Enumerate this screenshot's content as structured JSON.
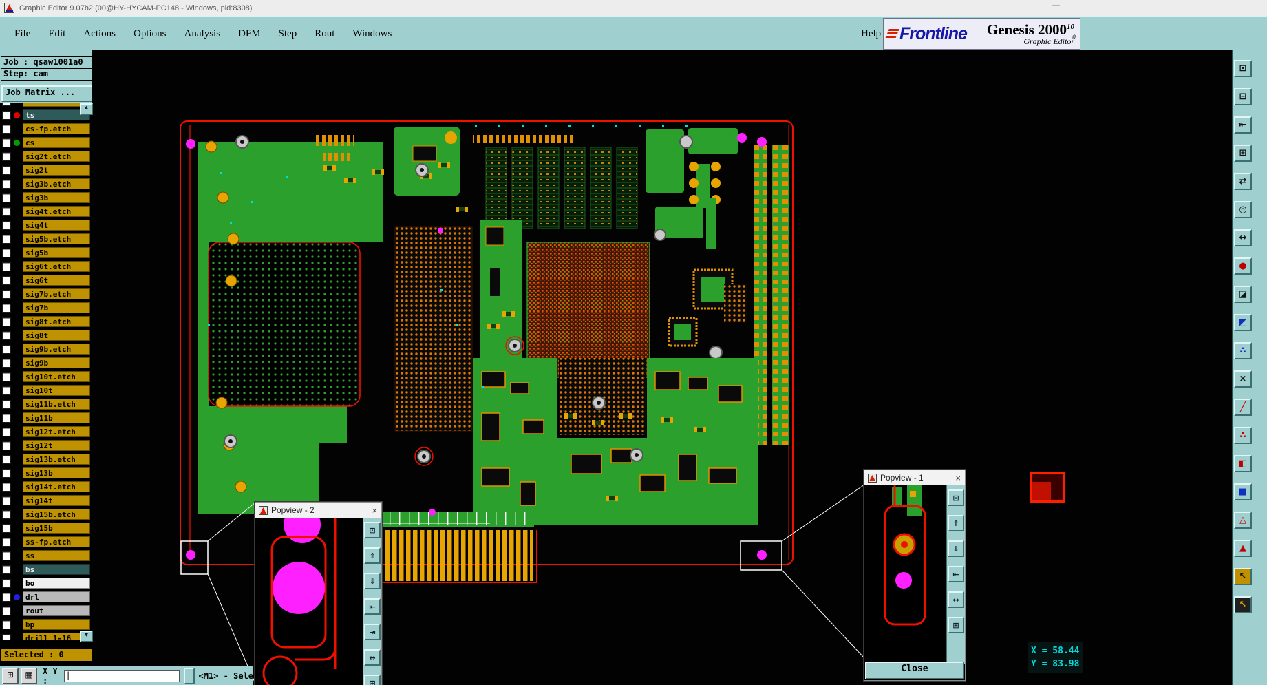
{
  "titlebar": {
    "title": "Graphic Editor 9.07b2 (00@HY-HYCAM-PC148 - Windows, pid:8308)",
    "minimize_glyph": "—"
  },
  "menubar": {
    "items": [
      "File",
      "Edit",
      "Actions",
      "Options",
      "Analysis",
      "DFM",
      "Step",
      "Rout",
      "Windows"
    ],
    "help_label": "Help"
  },
  "brand": {
    "logo_icon": "frontline-stripes-logo",
    "name": "Frontline",
    "product": "Genesis 2000",
    "version_top": "10",
    "version_bottom": "0.",
    "subtitle": "Graphic Editor"
  },
  "sidebar": {
    "job_label": "Job : qsaw1001a0",
    "step_label": "Step: cam",
    "job_matrix_label": "Job Matrix ...",
    "selected_label": "Selected : 0",
    "scroll_up_glyph": "▲",
    "scroll_down_glyph": "▼",
    "layers": [
      {
        "label": "",
        "type": "amber"
      },
      {
        "label": "ts",
        "type": "selected",
        "dot": "#E80000"
      },
      {
        "label": "cs-fp.etch",
        "type": "amber"
      },
      {
        "label": "cs",
        "type": "amber",
        "dot": "#00A000"
      },
      {
        "label": "sig2t.etch",
        "type": "amber"
      },
      {
        "label": "sig2t",
        "type": "amber"
      },
      {
        "label": "sig3b.etch",
        "type": "amber"
      },
      {
        "label": "sig3b",
        "type": "amber"
      },
      {
        "label": "sig4t.etch",
        "type": "amber"
      },
      {
        "label": "sig4t",
        "type": "amber"
      },
      {
        "label": "sig5b.etch",
        "type": "amber"
      },
      {
        "label": "sig5b",
        "type": "amber"
      },
      {
        "label": "sig6t.etch",
        "type": "amber"
      },
      {
        "label": "sig6t",
        "type": "amber"
      },
      {
        "label": "sig7b.etch",
        "type": "amber"
      },
      {
        "label": "sig7b",
        "type": "amber"
      },
      {
        "label": "sig8t.etch",
        "type": "amber"
      },
      {
        "label": "sig8t",
        "type": "amber"
      },
      {
        "label": "sig9b.etch",
        "type": "amber"
      },
      {
        "label": "sig9b",
        "type": "amber"
      },
      {
        "label": "sig10t.etch",
        "type": "amber"
      },
      {
        "label": "sig10t",
        "type": "amber"
      },
      {
        "label": "sig11b.etch",
        "type": "amber"
      },
      {
        "label": "sig11b",
        "type": "amber"
      },
      {
        "label": "sig12t.etch",
        "type": "amber"
      },
      {
        "label": "sig12t",
        "type": "amber"
      },
      {
        "label": "sig13b.etch",
        "type": "amber"
      },
      {
        "label": "sig13b",
        "type": "amber"
      },
      {
        "label": "sig14t.etch",
        "type": "amber"
      },
      {
        "label": "sig14t",
        "type": "amber"
      },
      {
        "label": "sig15b.etch",
        "type": "amber"
      },
      {
        "label": "sig15b",
        "type": "amber"
      },
      {
        "label": "ss-fp.etch",
        "type": "amber"
      },
      {
        "label": "ss",
        "type": "amber"
      },
      {
        "label": "bs",
        "type": "selected"
      },
      {
        "label": "bo",
        "type": "white"
      },
      {
        "label": "drl",
        "type": "gray",
        "dot": "#2020E0"
      },
      {
        "label": "rout",
        "type": "gray"
      },
      {
        "label": "bp",
        "type": "amber"
      },
      {
        "label": "drill 1-16",
        "type": "amber"
      }
    ]
  },
  "bottombar": {
    "grid_button_glyph": "⊞",
    "snap_button_glyph": "▦",
    "xy_label": "X Y :",
    "xy_value": "",
    "mode_hint": "<M1> - Sele"
  },
  "coords": {
    "x": "X = 58.44",
    "y": "Y = 83.98"
  },
  "popview1": {
    "title": "Popview - 1",
    "close_glyph": "×",
    "close_button_label": "Close",
    "tool_buttons": [
      {
        "name": "detach-view-icon",
        "glyph": "⊡"
      },
      {
        "name": "zoom-in-icon",
        "glyph": "⇑"
      },
      {
        "name": "zoom-out-icon",
        "glyph": "⇓"
      },
      {
        "name": "pan-left-icon",
        "glyph": "⇤"
      },
      {
        "name": "fit-view-icon",
        "glyph": "↔"
      },
      {
        "name": "grid-toggle-icon",
        "glyph": "⊞"
      }
    ]
  },
  "popview2": {
    "title": "Popview - 2",
    "close_glyph": "×",
    "tool_buttons": [
      {
        "name": "detach-view-icon",
        "glyph": "⊡"
      },
      {
        "name": "zoom-in-icon",
        "glyph": "⇑"
      },
      {
        "name": "zoom-out-icon",
        "glyph": "⇓"
      },
      {
        "name": "pan-left-icon",
        "glyph": "⇤"
      },
      {
        "name": "pan-right-icon",
        "glyph": "⇥"
      },
      {
        "name": "fit-view-icon",
        "glyph": "↔"
      },
      {
        "name": "grid-toggle-icon",
        "glyph": "⊞"
      }
    ]
  },
  "toolbar_right": {
    "icons": [
      {
        "name": "snapshot-view-icon",
        "glyph": "⊡",
        "fg": "#111111"
      },
      {
        "name": "monitor-icon",
        "glyph": "⊟",
        "fg": "#111111"
      },
      {
        "name": "dock-view-icon",
        "glyph": "⇤",
        "fg": "#111111"
      },
      {
        "name": "tile-windows-icon",
        "glyph": "⊞",
        "fg": "#111111"
      },
      {
        "name": "swap-views-icon",
        "glyph": "⇄",
        "fg": "#111111"
      },
      {
        "name": "center-target-icon",
        "glyph": "◎",
        "fg": "#111111"
      },
      {
        "name": "measure-icon",
        "glyph": "↔",
        "fg": "#111111"
      },
      {
        "name": "highlight-circle-icon",
        "glyph": "●",
        "fg": "#C00000"
      },
      {
        "name": "invert-layer-icon",
        "glyph": "◪",
        "fg": "#111111"
      },
      {
        "name": "split-colors-icon",
        "glyph": "◩",
        "fg": "#1030C0"
      },
      {
        "name": "net-points-icon",
        "glyph": "∴",
        "fg": "#1030C0"
      },
      {
        "name": "clear-highlight-icon",
        "glyph": "×",
        "fg": "#111111"
      },
      {
        "name": "red-line-tool-icon",
        "glyph": "╱",
        "fg": "#C00000"
      },
      {
        "name": "segment-points-icon",
        "glyph": "∴",
        "fg": "#C00000"
      },
      {
        "name": "swap-pane-icon",
        "glyph": "◧",
        "fg": "#C00000"
      },
      {
        "name": "blue-dot-icon",
        "glyph": "■",
        "fg": "#1030C0"
      },
      {
        "name": "triangle-outline-icon",
        "glyph": "△",
        "fg": "#C00000"
      },
      {
        "name": "triangle-filled-icon",
        "glyph": "▲",
        "fg": "#C00000"
      },
      {
        "name": "select-cursor-icon",
        "glyph": "↖",
        "fg": "#111111",
        "bg": "#C09000"
      },
      {
        "name": "arrow-cursor-icon",
        "glyph": "↖",
        "fg": "#E0B000",
        "bg": "#202020"
      }
    ]
  },
  "colors": {
    "ui_teal": "#9FCFCF",
    "layer_amber": "#BE9200",
    "pcb_green": "#2CA02C",
    "pcb_pad_orange": "#E8A400",
    "pcb_outline_red": "#EE1100",
    "fiducial_magenta": "#FF20FF",
    "coord_text_cyan": "#00DCDC"
  }
}
